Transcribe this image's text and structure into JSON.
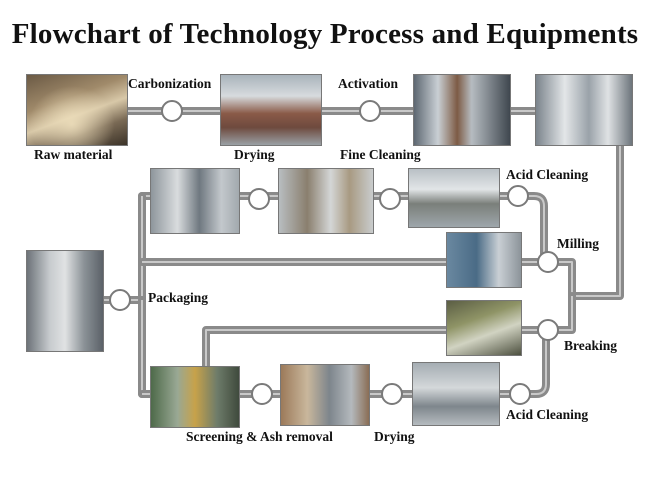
{
  "title": "Flowchart of Technology Process and Equipments",
  "labels": {
    "raw_material": "Raw material",
    "carbonization": "Carbonization",
    "drying_top": "Drying",
    "activation": "Activation",
    "fine_cleaning": "Fine Cleaning",
    "acid_cleaning_upper": "Acid Cleaning",
    "milling": "Milling",
    "packaging": "Packaging",
    "breaking": "Breaking",
    "screening_ash_removal": "Screening & Ash removal",
    "drying_bottom": "Drying",
    "acid_cleaning_lower": "Acid Cleaning"
  },
  "colors": {
    "pipe": "#8a8a8a",
    "pipe_highlight": "#c9c9c9",
    "node_fill": "#ffffff",
    "node_stroke": "#7a7a7a"
  }
}
